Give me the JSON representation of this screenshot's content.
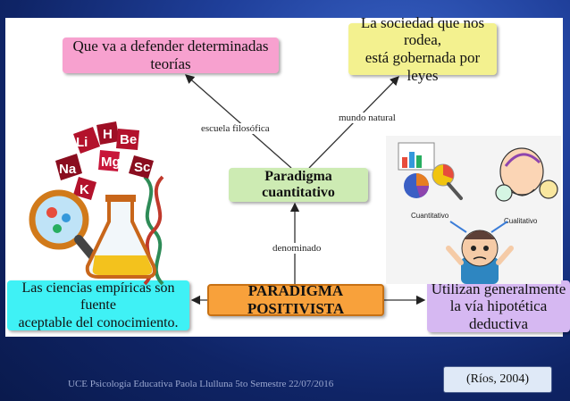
{
  "nodes": {
    "defender": "Que va a defender determinadas teorías",
    "sociedad_line1": "La sociedad que nos rodea,",
    "sociedad_line2": "está gobernada por leyes",
    "cuantitativo": "Paradigma cuantitativo",
    "positivista": "PARADIGMA POSITIVISTA",
    "ciencias_line1": "Las ciencias empíricas son  fuente",
    "ciencias_line2": "aceptable del conocimiento.",
    "utilizan_line1": "Utilizan generalmente",
    "utilizan_line2": "la vía hipotética deductiva"
  },
  "edge_labels": {
    "escuela": "escuela filosófica",
    "mundo": "mundo natural",
    "denominado": "denominado"
  },
  "illustrations": {
    "chem_symbols": [
      "Li",
      "H",
      "Be",
      "Na",
      "Mg",
      "Sc",
      "K"
    ],
    "cartoon_labels": [
      "Cuantitativo",
      "Cualitativo"
    ]
  },
  "footer": {
    "left_text": "UCE Psicología Educativa Paola Llulluna 5to Semestre 22/07/2016",
    "citation": "(Ríos, 2004)"
  },
  "colors": {
    "defender": "#f7a1cf",
    "sociedad": "#f3f18f",
    "cuantitativo": "#cdebb3",
    "positivista": "#f8a13b",
    "ciencias": "#3ff1f5",
    "utilizan": "#d6b8f2"
  }
}
